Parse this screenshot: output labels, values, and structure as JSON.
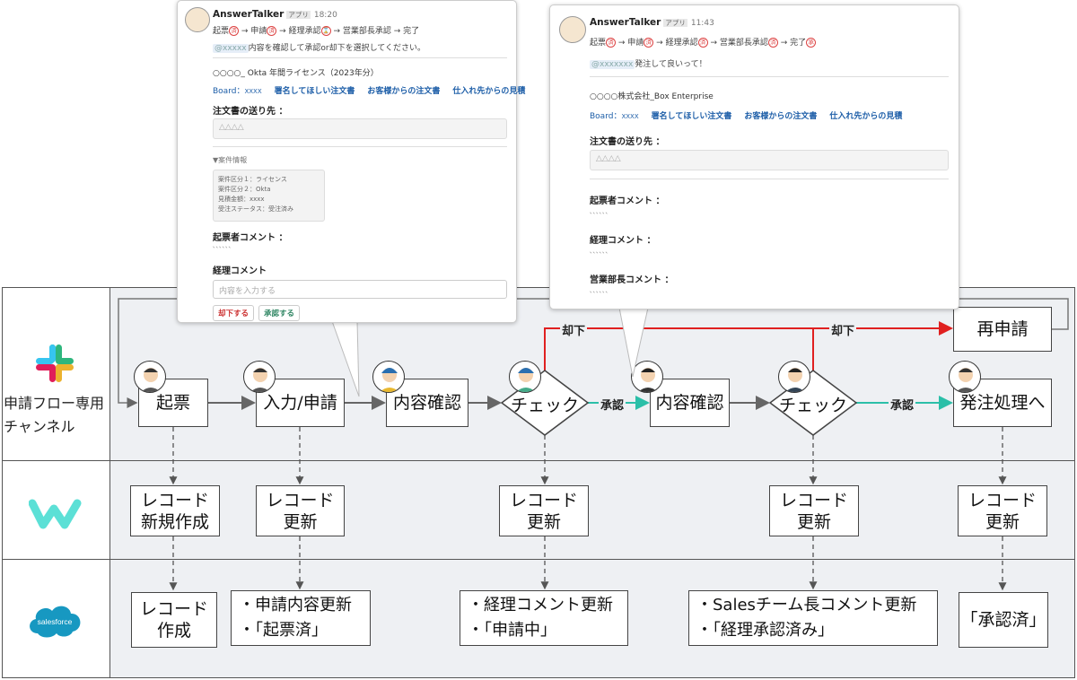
{
  "lanes": {
    "channel_label": "申請フロー専用\nチャンネル",
    "icons": [
      "slack-logo",
      "workato-logo",
      "salesforce-logo"
    ],
    "salesforce_text": "salesforce"
  },
  "flow": {
    "step1": "起票",
    "step2": "入力/申請",
    "step3": "内容確認",
    "check1": "チェック",
    "step4": "内容確認",
    "check2": "チェック",
    "step5": "発注処理へ",
    "reapply": "再申請",
    "approve": "承認",
    "reject": "却下"
  },
  "workato": [
    "レコード\n新規作成",
    "レコード\n更新",
    "レコード\n更新",
    "レコード\n更新",
    "レコード\n更新"
  ],
  "salesforce": {
    "create": "レコード\n作成",
    "update1": [
      "・申請内容更新",
      "・「起票済」"
    ],
    "update2": [
      "・経理コメント更新",
      "・「申請中」"
    ],
    "update3": [
      "・Salesチーム長コメント更新",
      "・「経理承認済み」"
    ],
    "approved": "「承認済」"
  },
  "colors": {
    "reject": "#e02020",
    "approve": "#2bbfa8",
    "line": "#666"
  },
  "popup1": {
    "app": "AnswerTalker",
    "badge": "アプリ",
    "time": "18:20",
    "steps": [
      {
        "t": "起票",
        "s": "済"
      },
      {
        "t": "申請",
        "s": "済"
      },
      {
        "t": "経理承認",
        "s": "⌛"
      },
      {
        "t": "営業部長承認",
        "s": ""
      },
      {
        "t": "完了",
        "s": ""
      }
    ],
    "mention": "@xxxxx",
    "message": "内容を確認して承認or却下を選択してください。",
    "title": "○○○○_ Okta 年間ライセンス（2023年分）",
    "board_label": "Board：",
    "board_value": "XXXX",
    "links": [
      "署名してほしい注文書",
      "お客様からの注文書",
      "仕入れ先からの見積"
    ],
    "dest_label": "注文書の送り先 ：",
    "dest_value": "△△△△",
    "info_toggle": "▼案件情報",
    "info": [
      "案件区分１：ライセンス",
      "案件区分２：Okta",
      "見積金額：xxxx",
      "受注ステータス：受注済み"
    ],
    "drafter_label": "起票者コメント ：",
    "drafter_value": "､､､､､､",
    "acct_label": "経理コメント",
    "acct_placeholder": "内容を入力する",
    "reject_btn": "却下する",
    "approve_btn": "承認する"
  },
  "popup2": {
    "app": "AnswerTalker",
    "badge": "アプリ",
    "time": "11:43",
    "steps": [
      {
        "t": "起票",
        "s": "済"
      },
      {
        "t": "申請",
        "s": "済"
      },
      {
        "t": "経理承認",
        "s": "済"
      },
      {
        "t": "営業部長承認",
        "s": "済"
      },
      {
        "t": "完了",
        "s": "承"
      }
    ],
    "mention": "@xxxxxxx",
    "message": "発注して良いって！",
    "title": "○○○○株式会社_Box Enterprise",
    "board_label": "Board：",
    "board_value": "XXXX",
    "links": [
      "署名してほしい注文書",
      "お客様からの注文書",
      "仕入れ先からの見積"
    ],
    "dest_label": "注文書の送り先 ：",
    "dest_value": "△△△△",
    "drafter_label": "起票者コメント ：",
    "drafter_value": "､､､､､､",
    "acct_label": "経理コメント ：",
    "acct_value": "､､､､､､",
    "sales_label": "営業部長コメント ：",
    "sales_value": "､､､､､､"
  }
}
